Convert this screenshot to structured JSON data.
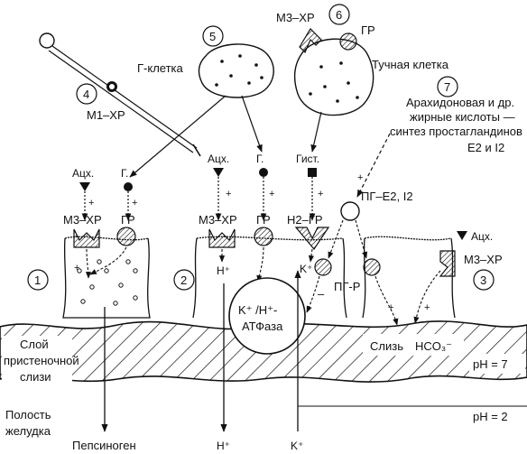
{
  "colors": {
    "ink": "#111111",
    "paper": "#ffffff"
  },
  "cells": {
    "g_cell": "Г-клетка",
    "mast_cell": "Тучная клетка"
  },
  "labels": {
    "m1": "М1–ХР",
    "m3": "М3–ХР",
    "gr": "ГР",
    "h2": "Н2–ГР",
    "pg_r": "ПГ-Р",
    "ach": "Ацх.",
    "g": "Г.",
    "hist": "Гист.",
    "pg": "ПГ–Е2, I2",
    "plus": "+",
    "minus": "–",
    "h_plus": "H⁺",
    "k_plus": "K⁺",
    "atpase_line1": "K⁺ /H⁺-",
    "atpase_line2": "АТФаза",
    "mucus": "Слизь",
    "hco3": "HCO₃⁻",
    "pepsinogen": "Пепсиноген",
    "ph7": "pH = 7",
    "ph2": "pH = 2",
    "mucus_layer": [
      "Слой",
      "пристеночной",
      "слизи"
    ],
    "lumen": [
      "Полость",
      "желудка"
    ]
  },
  "note": {
    "lines": [
      "Арахидоновая и др.",
      "жирные кислоты —",
      "синтез простагландинов",
      "E2 и I2"
    ]
  },
  "numbers": [
    "1",
    "2",
    "3",
    "4",
    "5",
    "6",
    "7"
  ]
}
